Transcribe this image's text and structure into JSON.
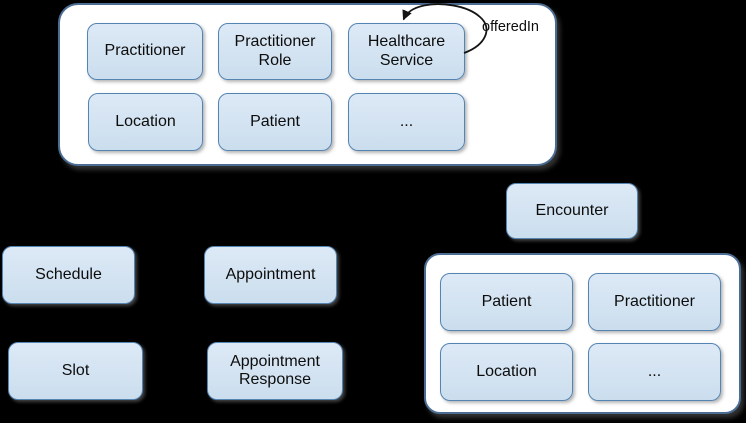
{
  "colors": {
    "background": "#000000",
    "container_fill": "#ffffff",
    "container_border": "#4b6d94",
    "box_fill_top": "#dde9f6",
    "box_fill_bottom": "#cbdeee",
    "box_border": "#5484b2",
    "text": "#0d0d0d",
    "arrow": "#141414"
  },
  "top_group": {
    "boxes": [
      {
        "label": "Practitioner"
      },
      {
        "label": "Practitioner Role"
      },
      {
        "label": "Healthcare Service"
      },
      {
        "label": "Location"
      },
      {
        "label": "Patient"
      },
      {
        "label": "..."
      }
    ],
    "self_loop_label": "offeredIn"
  },
  "standalone": {
    "encounter": {
      "label": "Encounter"
    },
    "schedule": {
      "label": "Schedule"
    },
    "appointment": {
      "label": "Appointment"
    },
    "slot": {
      "label": "Slot"
    },
    "appointment_response": {
      "label": "Appointment Response"
    }
  },
  "encounter_group": {
    "boxes": [
      {
        "label": "Patient"
      },
      {
        "label": "Practitioner"
      },
      {
        "label": "Location"
      },
      {
        "label": "..."
      }
    ]
  }
}
